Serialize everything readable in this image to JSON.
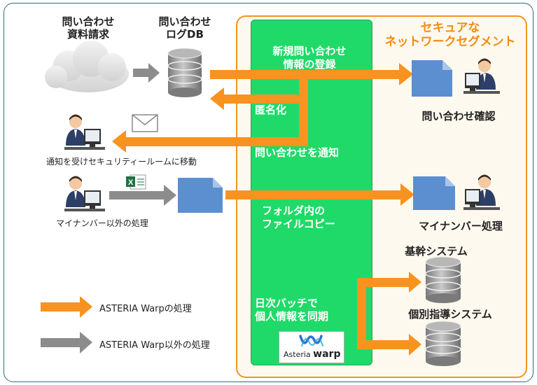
{
  "left": {
    "inquiry_source": [
      "問い合わせ",
      "資料請求"
    ],
    "log_db": [
      "問い合わせ",
      "ログDB"
    ],
    "notify_person": "通知を受けセキュリティールームに移動",
    "non_mynumber": "マイナンバー以外の処理"
  },
  "secure_segment": {
    "title": [
      "セキュアな",
      "ネットワークセグメント"
    ],
    "inquiry_confirm": "問い合わせ確認",
    "mynumber_process": "マイナンバー処理",
    "core_system": "基幹システム",
    "guidance_system": "個別指導システム"
  },
  "asteria_band": {
    "register": [
      "新規問い合わせ",
      "情報の登録"
    ],
    "anonymize": "匿名化",
    "notify": "問い合わせを通知",
    "file_copy": [
      "フォルダ内の",
      "ファイルコピー"
    ],
    "batch_sync": [
      "日次バッチで",
      "個人情報を同期"
    ]
  },
  "logo": {
    "brand": "Asteria",
    "product": "warp"
  },
  "legend": {
    "asteria": "ASTERIA Warpの処理",
    "other": "ASTERIA Warp以外の処理"
  },
  "colors": {
    "orange": "#f7931e",
    "gray": "#8c8c8c",
    "green": "#1fda68",
    "secure_border": "#f0961e",
    "doc_blue": "#5b8fd0"
  }
}
